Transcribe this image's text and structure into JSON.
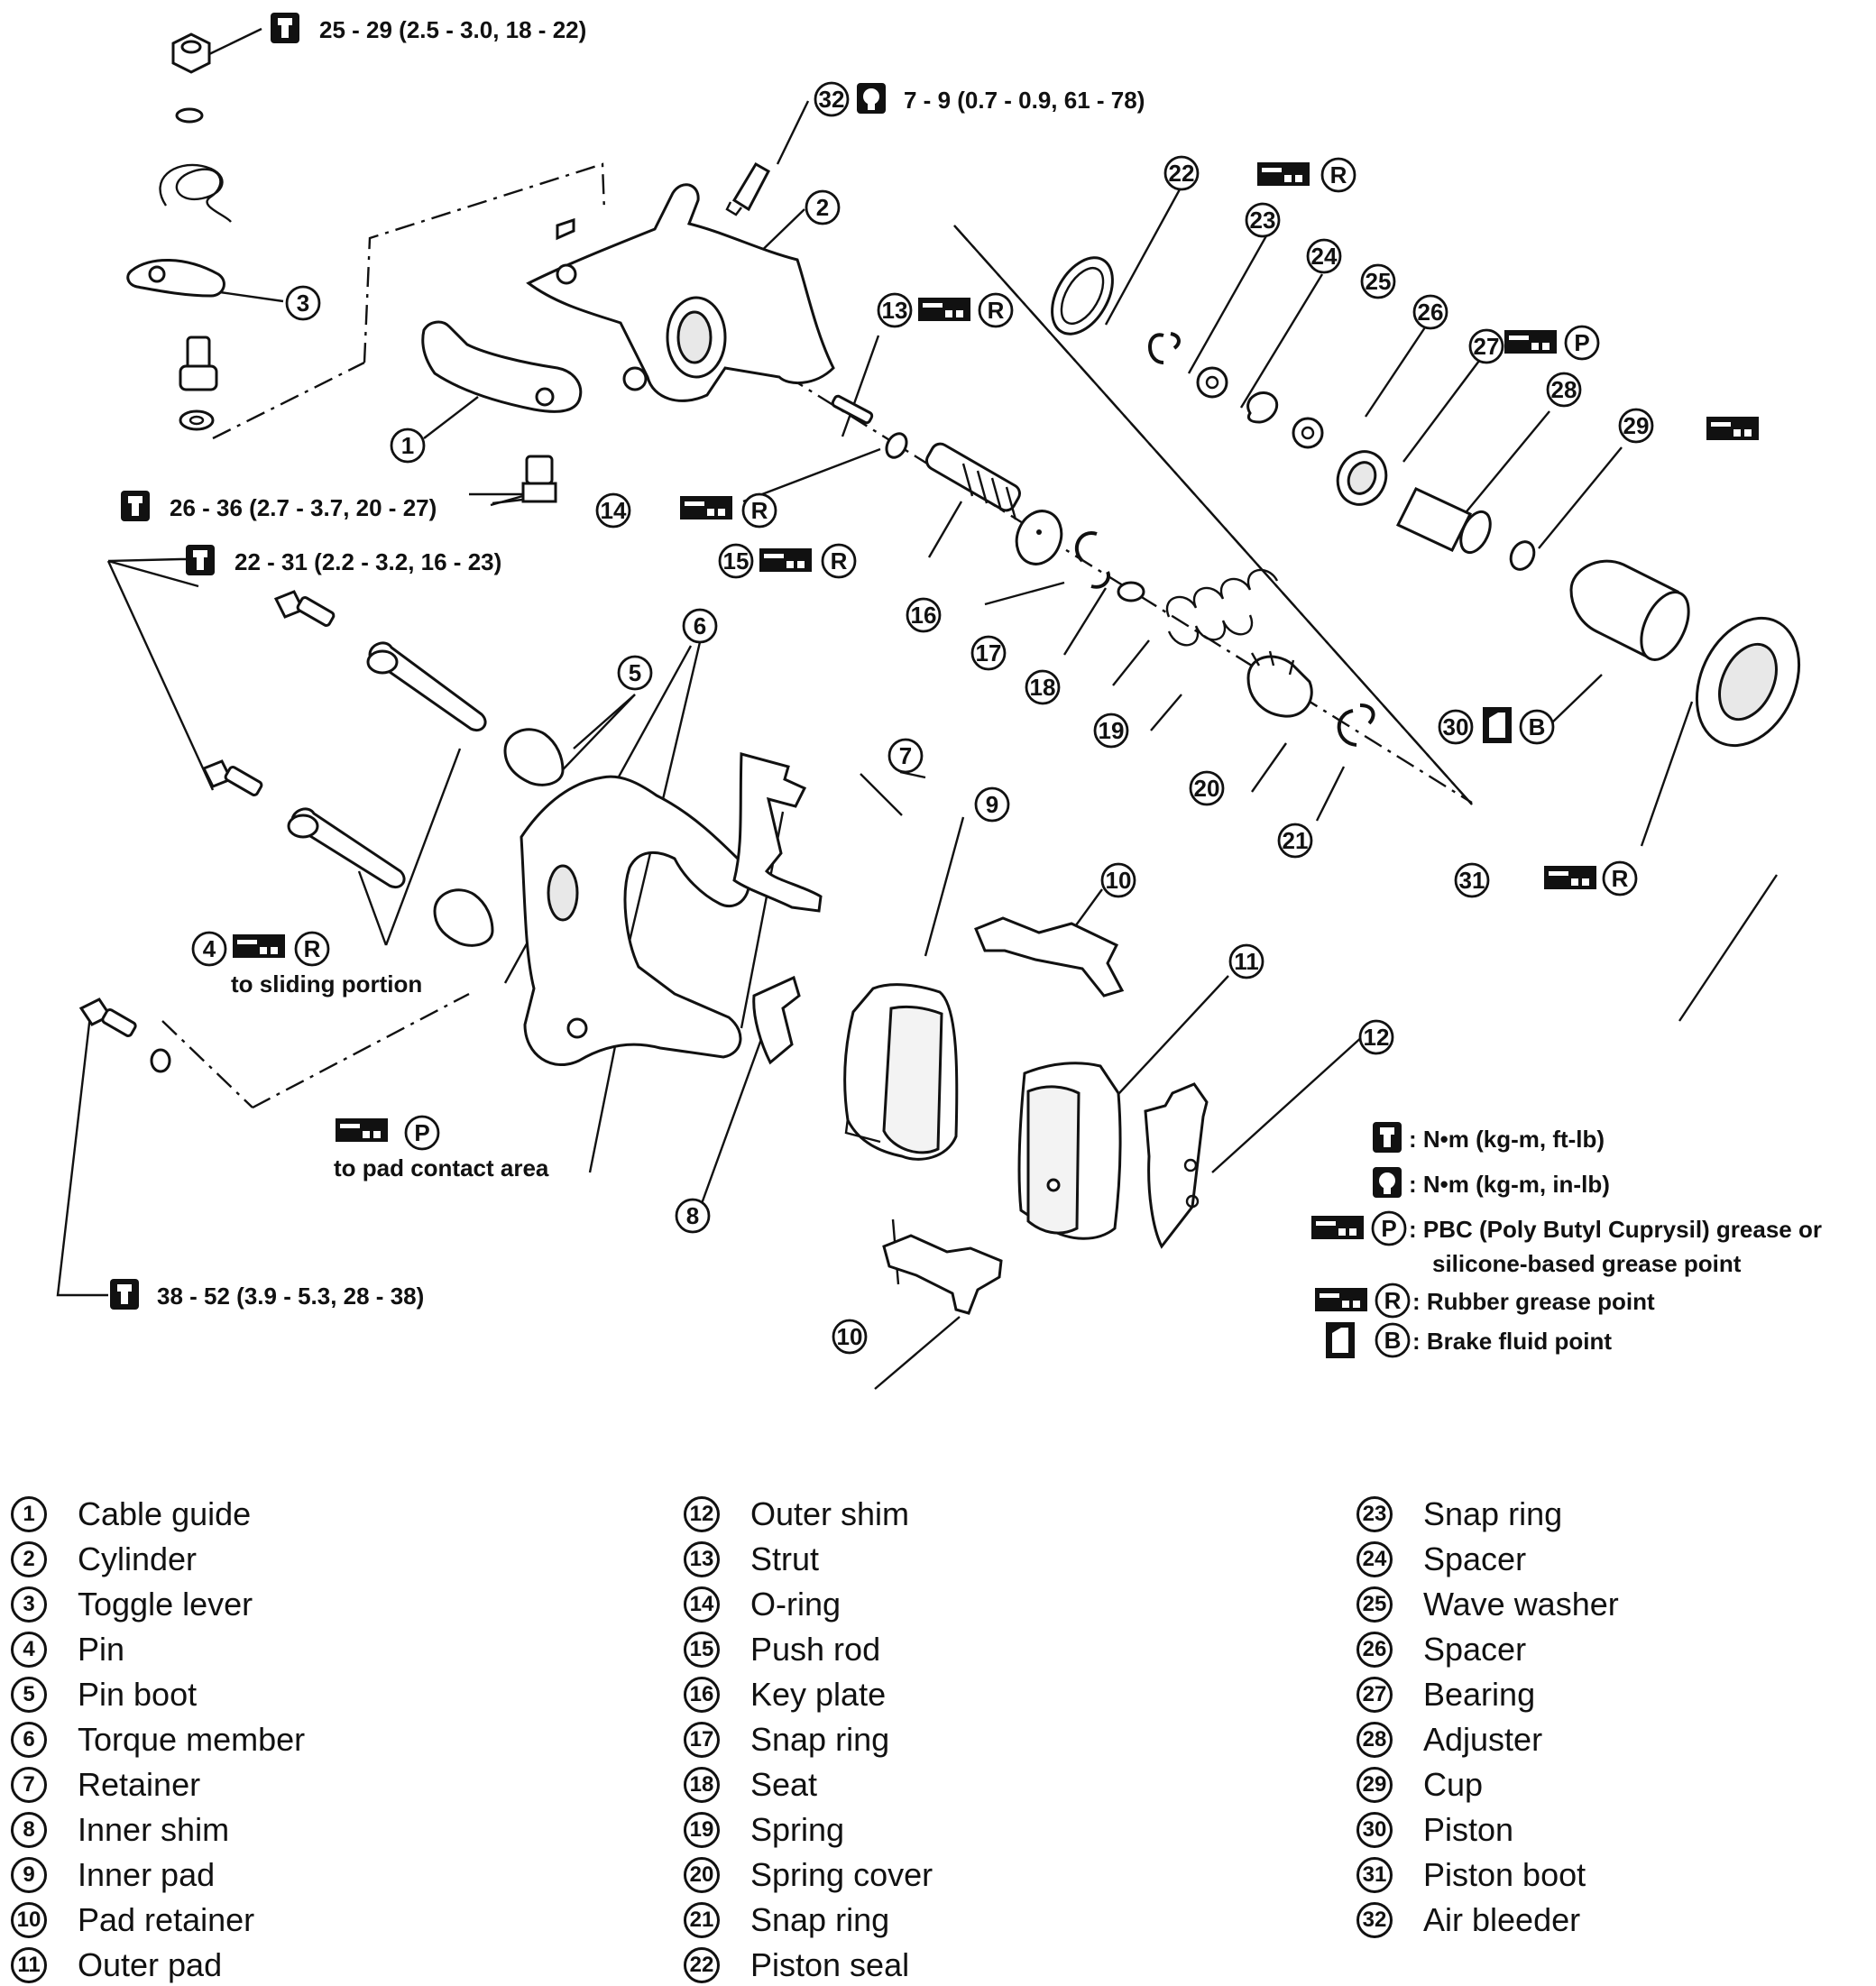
{
  "torque_specs": {
    "nut_top": "25 - 29 (2.5 - 3.0, 18 - 22)",
    "air_bleeder": "7 - 9 (0.7 - 0.9, 61 - 78)",
    "cable_guide_bolt": "26 - 36 (2.7 - 3.7, 20 - 27)",
    "pin_bolts": "22 - 31 (2.2 - 3.2, 16 - 23)",
    "mount_bolt": "38 - 52 (3.9 - 5.3, 28 - 38)"
  },
  "notes": {
    "pin_grease": "to sliding portion",
    "pad_grease": "to pad contact area"
  },
  "marks": {
    "R": "R",
    "P": "P",
    "B": "B"
  },
  "legend": {
    "torque_nm_kgm_ftlb": ": N•m (kg-m, ft-lb)",
    "torque_nm_kgm_inlb": ": N•m (kg-m, in-lb)",
    "pbc_grease_line1": ": PBC (Poly Butyl Cuprysil) grease or",
    "pbc_grease_line2": "silicone-based grease point",
    "rubber_grease": ": Rubber grease point",
    "brake_fluid": ": Brake fluid point"
  },
  "parts": [
    {
      "num": "1",
      "name": "Cable guide"
    },
    {
      "num": "2",
      "name": "Cylinder"
    },
    {
      "num": "3",
      "name": "Toggle lever"
    },
    {
      "num": "4",
      "name": "Pin"
    },
    {
      "num": "5",
      "name": "Pin boot"
    },
    {
      "num": "6",
      "name": "Torque member"
    },
    {
      "num": "7",
      "name": "Retainer"
    },
    {
      "num": "8",
      "name": "Inner shim"
    },
    {
      "num": "9",
      "name": "Inner pad"
    },
    {
      "num": "10",
      "name": "Pad retainer"
    },
    {
      "num": "11",
      "name": "Outer pad"
    },
    {
      "num": "12",
      "name": "Outer shim"
    },
    {
      "num": "13",
      "name": "Strut"
    },
    {
      "num": "14",
      "name": "O-ring"
    },
    {
      "num": "15",
      "name": "Push rod"
    },
    {
      "num": "16",
      "name": "Key plate"
    },
    {
      "num": "17",
      "name": "Snap ring"
    },
    {
      "num": "18",
      "name": "Seat"
    },
    {
      "num": "19",
      "name": "Spring"
    },
    {
      "num": "20",
      "name": "Spring cover"
    },
    {
      "num": "21",
      "name": "Snap ring"
    },
    {
      "num": "22",
      "name": "Piston seal"
    },
    {
      "num": "23",
      "name": "Snap ring"
    },
    {
      "num": "24",
      "name": "Spacer"
    },
    {
      "num": "25",
      "name": "Wave washer"
    },
    {
      "num": "26",
      "name": "Spacer"
    },
    {
      "num": "27",
      "name": "Bearing"
    },
    {
      "num": "28",
      "name": "Adjuster"
    },
    {
      "num": "29",
      "name": "Cup"
    },
    {
      "num": "30",
      "name": "Piston"
    },
    {
      "num": "31",
      "name": "Piston boot"
    },
    {
      "num": "32",
      "name": "Air bleeder"
    }
  ]
}
